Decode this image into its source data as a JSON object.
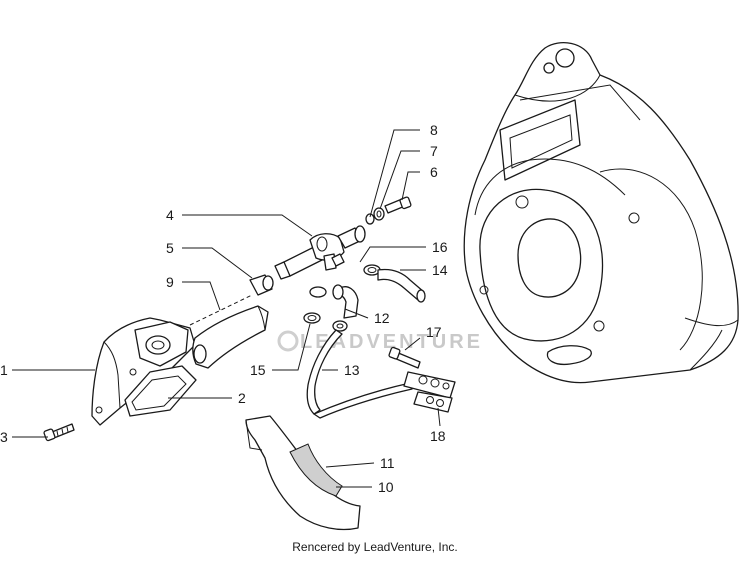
{
  "callouts": [
    {
      "id": "1",
      "label": "1"
    },
    {
      "id": "2",
      "label": "2"
    },
    {
      "id": "3",
      "label": "3"
    },
    {
      "id": "4",
      "label": "4"
    },
    {
      "id": "5",
      "label": "5"
    },
    {
      "id": "6",
      "label": "6"
    },
    {
      "id": "7",
      "label": "7"
    },
    {
      "id": "8",
      "label": "8"
    },
    {
      "id": "9",
      "label": "9"
    },
    {
      "id": "10",
      "label": "10"
    },
    {
      "id": "11",
      "label": "11"
    },
    {
      "id": "12",
      "label": "12"
    },
    {
      "id": "13",
      "label": "13"
    },
    {
      "id": "14",
      "label": "14"
    },
    {
      "id": "15",
      "label": "15"
    },
    {
      "id": "16",
      "label": "16"
    },
    {
      "id": "17",
      "label": "17"
    },
    {
      "id": "18",
      "label": "18"
    }
  ],
  "watermark": "LEADVENTURE",
  "credit": "Rencered by LeadVenture, Inc."
}
